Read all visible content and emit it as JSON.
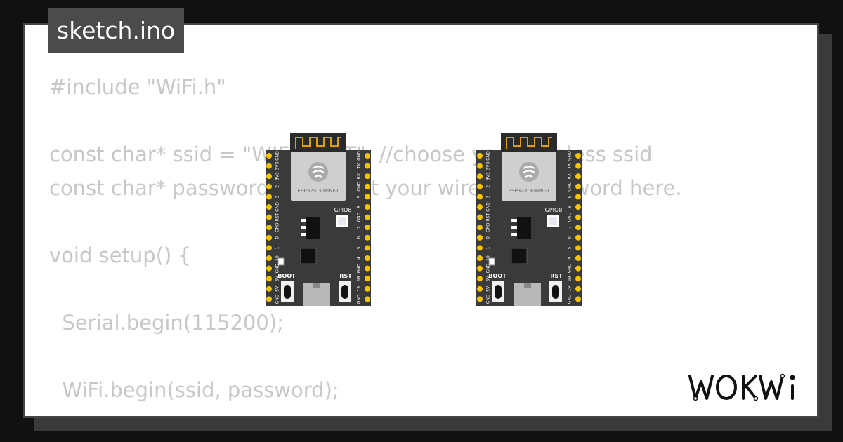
{
  "tab": {
    "filename": "sketch.ino"
  },
  "code_lines": [
    "#include \"WiFi.h\"",
    "",
    "const char* ssid = \"WIFI_TEST\"; //choose your wireless ssid",
    "const char* password = \"\"; //put your wireless password here.",
    "",
    "void setup() {",
    "",
    "  Serial.begin(115200);",
    "",
    "  WiFi.begin(ssid, password);"
  ],
  "boards": [
    {
      "module_label": "ESP32-C3-MINI-1",
      "led_label": "GPIO8",
      "boot_label": "BOOT",
      "rst_label": "RST",
      "left_pins": [
        "GND",
        "3V3",
        "3V3",
        "2",
        "3",
        "GND",
        "RST",
        "GND",
        "0",
        "1",
        "10",
        "GND",
        "5V",
        "5V",
        "GND"
      ],
      "right_pins": [
        "GND",
        "TX",
        "RX",
        "GND",
        "9",
        "8",
        "GND",
        "7",
        "6",
        "5",
        "4",
        "GND",
        "18",
        "19",
        "GND"
      ]
    },
    {
      "module_label": "ESP32-C3-MINI-1",
      "led_label": "GPIO8",
      "boot_label": "BOOT",
      "rst_label": "RST",
      "left_pins": [
        "GND",
        "3V3",
        "3V3",
        "2",
        "3",
        "GND",
        "RST",
        "GND",
        "0",
        "1",
        "10",
        "GND",
        "5V",
        "5V",
        "GND"
      ],
      "right_pins": [
        "GND",
        "TX",
        "RX",
        "GND",
        "9",
        "8",
        "GND",
        "7",
        "6",
        "5",
        "4",
        "GND",
        "18",
        "19",
        "GND"
      ]
    }
  ],
  "branding": {
    "logo_text": "WOKWi"
  },
  "colors": {
    "background": "#111111",
    "card": "#ffffff",
    "code_text": "#c7c7c7",
    "tab": "#4b4b4b",
    "board": "#3a3a3a",
    "pin": "#f5c400"
  }
}
